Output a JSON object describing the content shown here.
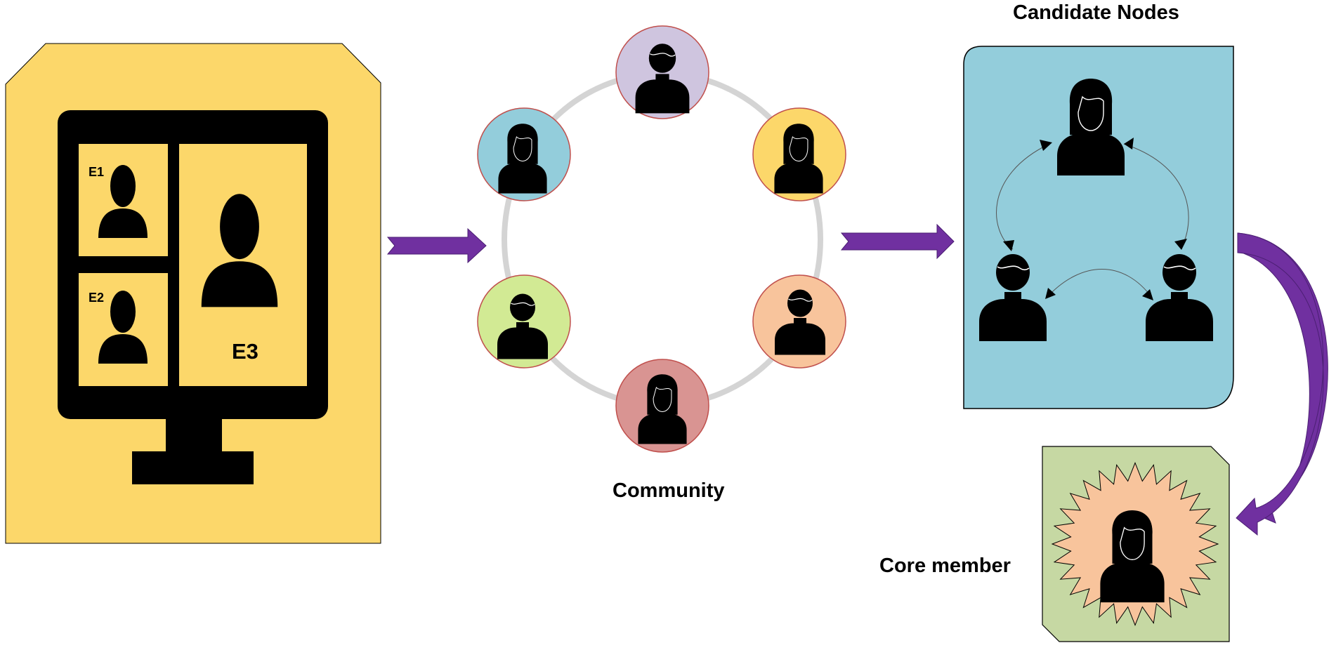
{
  "labels": {
    "community": "Community",
    "candidate_nodes": "Candidate Nodes",
    "core_member": "Core member",
    "e1": "E1",
    "e2": "E2",
    "e3": "E3"
  },
  "colors": {
    "panel_yellow": "#fcd76a",
    "candidate_blue": "#93cddb",
    "core_green": "#c6d8a3",
    "core_burst": "#f8c49c",
    "arrow_purple": "#7030a0",
    "ring_gray": "#d4d4d4",
    "node_purple": "#cfc5df",
    "node_blue": "#93cddb",
    "node_yellow": "#fcd76a",
    "node_green": "#d2ea94",
    "node_orange": "#f8c49c",
    "node_red": "#d99492",
    "node_border": "#c0504d"
  },
  "icons": {
    "monitor": "monitor-icon",
    "male_person": "male-person-icon",
    "female_person": "female-person-icon",
    "generic_person": "person-silhouette-icon"
  }
}
